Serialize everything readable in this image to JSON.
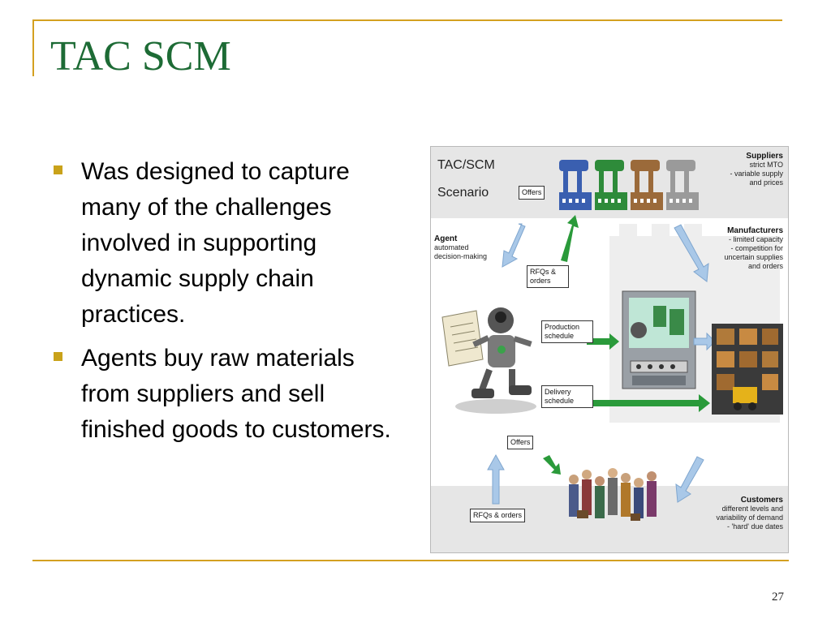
{
  "slide": {
    "title": "TAC SCM",
    "page_number": "27",
    "bullets": [
      "Was designed to capture many of the challenges involved in supporting dynamic supply chain practices.",
      "Agents buy raw materials from suppliers and sell finished goods to customers."
    ]
  },
  "diagram": {
    "title_line1": "TAC/SCM",
    "title_line2": "Scenario",
    "suppliers": {
      "heading": "Suppliers",
      "lines": [
        "strict MTO",
        "- variable supply",
        "and prices"
      ]
    },
    "manufacturers": {
      "heading": "Manufacturers",
      "lines": [
        "- limited capacity",
        "- competition for",
        "uncertain supplies",
        "and orders"
      ]
    },
    "agent": {
      "heading": "Agent",
      "lines": [
        "automated",
        "decision-making"
      ]
    },
    "customers": {
      "heading": "Customers",
      "lines": [
        "different levels and",
        "variability of demand",
        "- 'hard' due dates"
      ]
    },
    "tags": {
      "offers_top": "Offers",
      "rfqs_orders_mid": "RFQs & orders",
      "production": "Production schedule",
      "delivery": "Delivery schedule",
      "offers_bottom": "Offers",
      "rfqs_orders_bottom": "RFQs & orders"
    },
    "colors": {
      "supplier_1": "#3a5fb0",
      "supplier_2": "#2e8b3a",
      "supplier_3": "#9b6a3a",
      "supplier_4": "#9a9a9a",
      "flow_arrow": "#2a9a3a",
      "request_arrow": "#a9c8e8"
    }
  }
}
